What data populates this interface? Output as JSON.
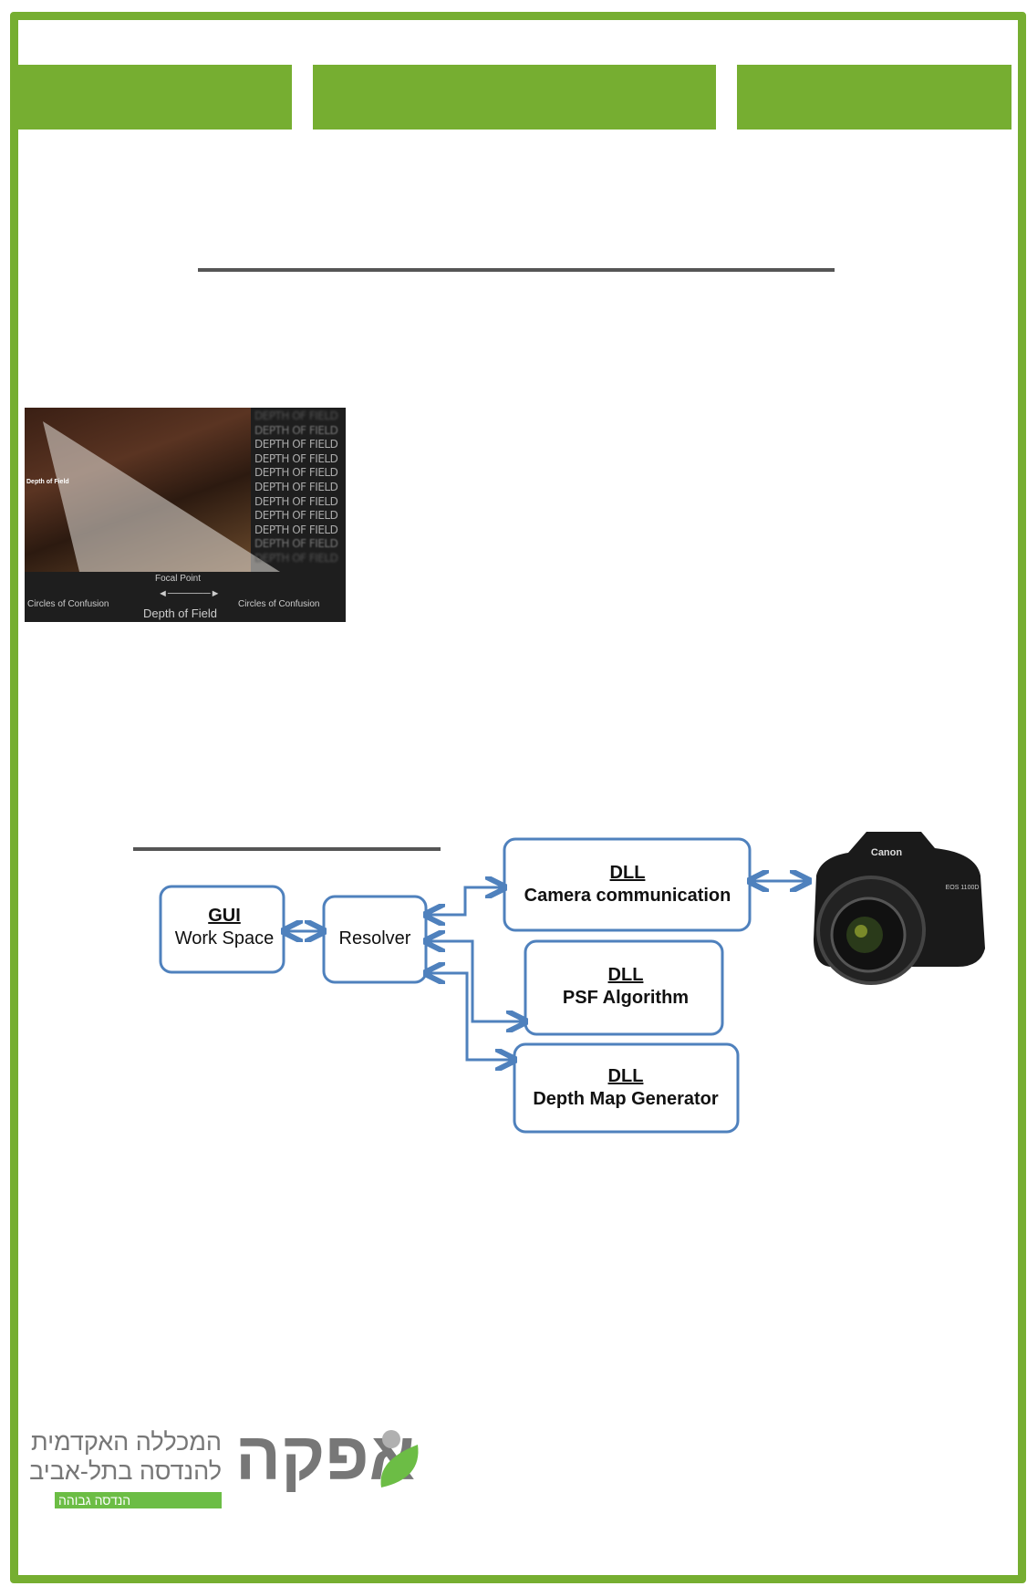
{
  "photo": {
    "dof_repeat": [
      "DEPTH OF FIELD",
      "DEPTH OF FIELD",
      "DEPTH OF FIELD",
      "DEPTH OF FIELD",
      "DEPTH OF FIELD",
      "DEPTH OF FIELD",
      "DEPTH OF FIELD",
      "DEPTH OF FIELD",
      "DEPTH OF FIELD",
      "DEPTH OF FIELD",
      "DEPTH OF FIELD"
    ],
    "side_label": "Depth of Field",
    "focal_point": "Focal Point",
    "circles_left": "Circles of Confusion",
    "circles_right": "Circles of Confusion",
    "depth_of_field": "Depth of Field"
  },
  "diagram": {
    "gui": {
      "title": "GUI",
      "subtitle": "Work Space"
    },
    "resolver": {
      "title": "Resolver"
    },
    "camera_comm": {
      "title": "DLL",
      "subtitle": "Camera communication"
    },
    "psf": {
      "title": "DLL",
      "subtitle": "PSF Algorithm"
    },
    "depth_map": {
      "title": "DLL",
      "subtitle": "Depth Map Generator"
    },
    "camera_brand": "Canon",
    "camera_model": "EOS 1100D"
  },
  "logo": {
    "name": "אפקה",
    "line1": "המכללה האקדמית",
    "line2": "להנדסה בתל-אביב",
    "tagline": "הנדסה גבוהה"
  },
  "colors": {
    "accent": "#76ae31",
    "box": "#4f81bd"
  }
}
